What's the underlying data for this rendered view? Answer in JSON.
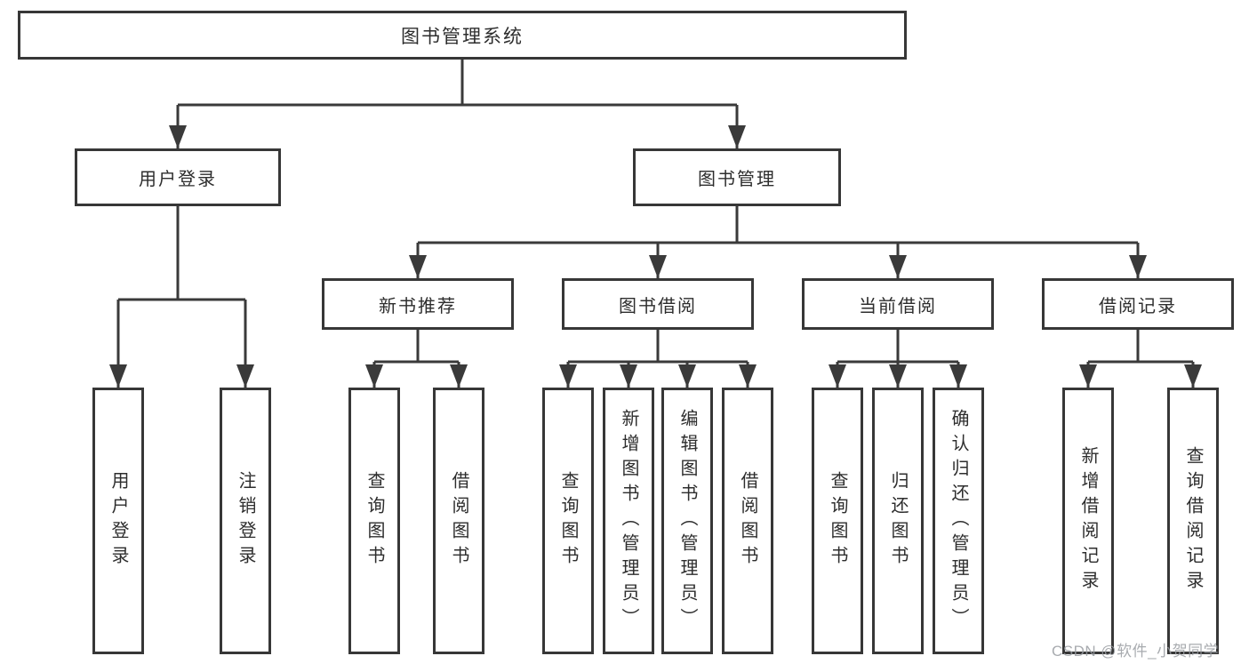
{
  "page": {
    "background_color": "#ffffff",
    "line_color": "#3a3a3a",
    "box_border_color": "#373737",
    "text_color": "#2d2d2d",
    "watermark": "CSDN @软件_小贺同学",
    "watermark_color": "#999da2"
  },
  "tree": {
    "root": {
      "label": "图书管理系统"
    },
    "level2": [
      {
        "label": "用户登录",
        "children": [
          {
            "label": "用户登录"
          },
          {
            "label": "注销登录"
          }
        ]
      },
      {
        "label": "图书管理",
        "children": [
          {
            "label": "新书推荐",
            "children": [
              {
                "label": "查询图书"
              },
              {
                "label": "借阅图书"
              }
            ]
          },
          {
            "label": "图书借阅",
            "children": [
              {
                "label": "查询图书"
              },
              {
                "label": "新增图书（管理员）"
              },
              {
                "label": "编辑图书（管理员）"
              },
              {
                "label": "借阅图书"
              }
            ]
          },
          {
            "label": "当前借阅",
            "children": [
              {
                "label": "查询图书"
              },
              {
                "label": "归还图书"
              },
              {
                "label": "确认归还（管理员）"
              }
            ]
          },
          {
            "label": "借阅记录",
            "children": [
              {
                "label": "新增借阅记录"
              },
              {
                "label": "查询借阅记录"
              }
            ]
          }
        ]
      }
    ]
  }
}
